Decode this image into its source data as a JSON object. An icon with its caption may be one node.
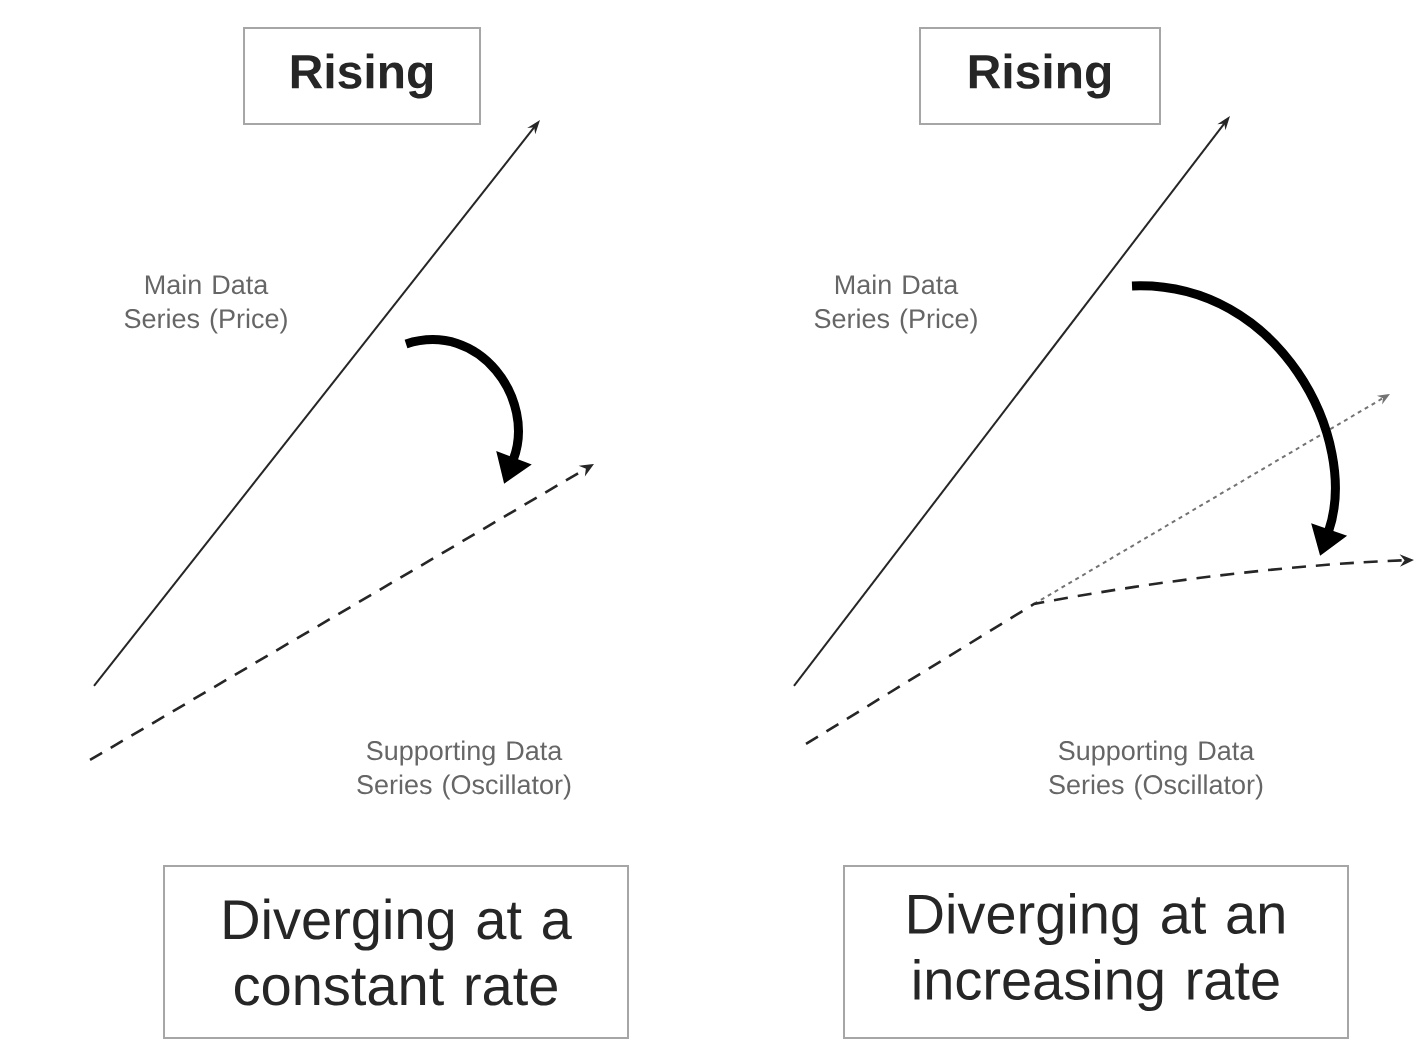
{
  "diagram": {
    "nodes": [
      {
        "text": [
          "Rising"
        ]
      },
      {
        "text": [
          "Rising"
        ]
      },
      {
        "text": [
          "Diverging at a constant rate"
        ]
      },
      {
        "text": [
          "Diverging at an increasing rate"
        ]
      }
    ],
    "labels": [
      "Main Data Series (Price)",
      "Supporting Data Series (Oscillator)",
      "Main Data Series (Price)",
      "Supporting Data Series (Oscillator)"
    ]
  }
}
